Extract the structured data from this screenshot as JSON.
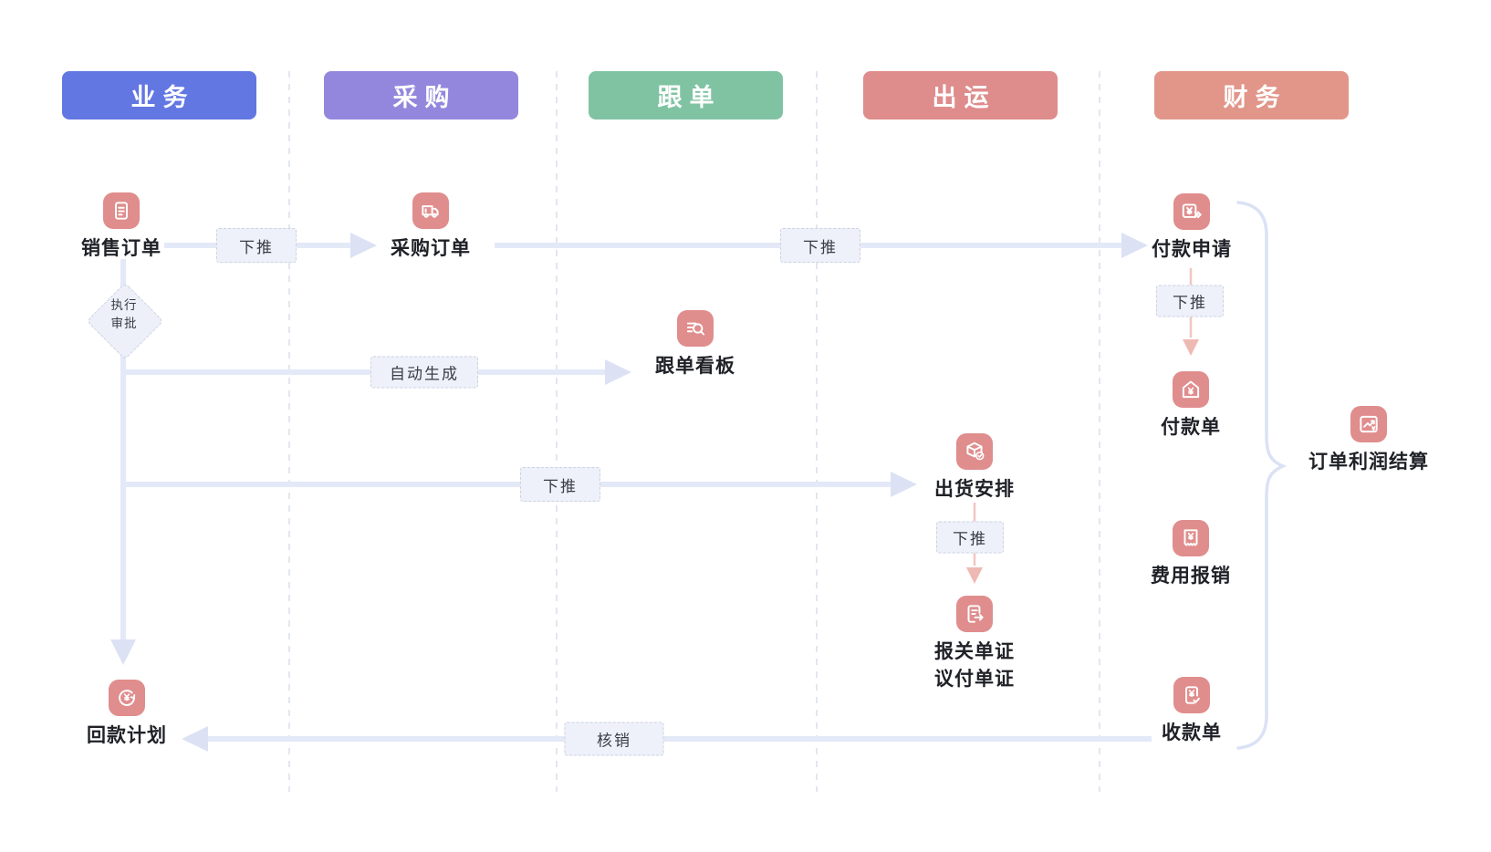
{
  "lanes": [
    {
      "label": "业务",
      "color": "#6277E2"
    },
    {
      "label": "采购",
      "color": "#9387DD"
    },
    {
      "label": "跟单",
      "color": "#80C3A3"
    },
    {
      "label": "出运",
      "color": "#DF8C8C"
    },
    {
      "label": "财务",
      "color": "#E19689"
    }
  ],
  "nodes": {
    "sales_order": {
      "label": "销售订单",
      "icon": "document-icon"
    },
    "purchase_order": {
      "label": "采购订单",
      "icon": "truck-icon"
    },
    "payment_request": {
      "label": "付款申请",
      "icon": "yuan-forward-icon"
    },
    "tracking_board": {
      "label": "跟单看板",
      "icon": "list-search-icon"
    },
    "shipping_plan": {
      "label": "出货安排",
      "icon": "package-check-icon"
    },
    "payment_slip": {
      "label": "付款单",
      "icon": "house-yuan-icon"
    },
    "expense_claim": {
      "label": "费用报销",
      "icon": "receipt-yuan-icon"
    },
    "customs_docs": {
      "label": "报关单证",
      "label2": "议付单证",
      "icon": "document-export-icon"
    },
    "receipt_slip": {
      "label": "收款单",
      "icon": "receipt-check-icon"
    },
    "collection_plan": {
      "label": "回款计划",
      "icon": "yuan-cycle-icon"
    },
    "profit_settlement": {
      "label": "订单利润结算",
      "icon": "profit-chart-icon"
    }
  },
  "edge_labels": {
    "push_sales_to_purchase": "下推",
    "push_purchase_to_payment_request": "下推",
    "auto_generate": "自动生成",
    "push_sales_to_shipping": "下推",
    "push_payment_request_to_slip": "下推",
    "push_shipping_to_customs": "下推",
    "writeoff": "核销"
  },
  "decision": {
    "line1": "执行",
    "line2": "审批"
  },
  "colors": {
    "node_icon_bg": "#E08D8D",
    "arrow_line": "#E4E9F8",
    "arrow_head": "#DCE2F4",
    "pink_arrow_line": "#F2C6C1",
    "pink_arrow_head": "#EFB9B3",
    "lane_divider": "#D9DEEC",
    "brace": "#DBE2F5",
    "edge_label_bg": "#EEF1F9",
    "edge_label_border": "#CBD2E4"
  }
}
